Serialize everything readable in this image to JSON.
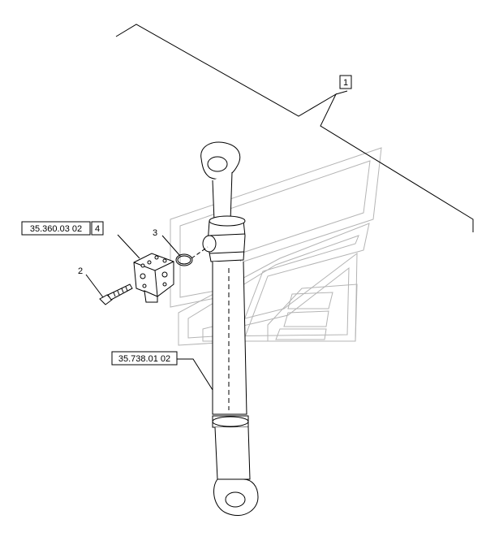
{
  "callouts": {
    "item_1": "1",
    "item_2": "2",
    "item_3": "3",
    "item_4": "4",
    "ref_valve_block": "35.360.03 02",
    "ref_cylinder": "35.738.01 02"
  },
  "colors": {
    "line": "#000000",
    "watermark": "#b4b4b4",
    "background": "#ffffff"
  }
}
